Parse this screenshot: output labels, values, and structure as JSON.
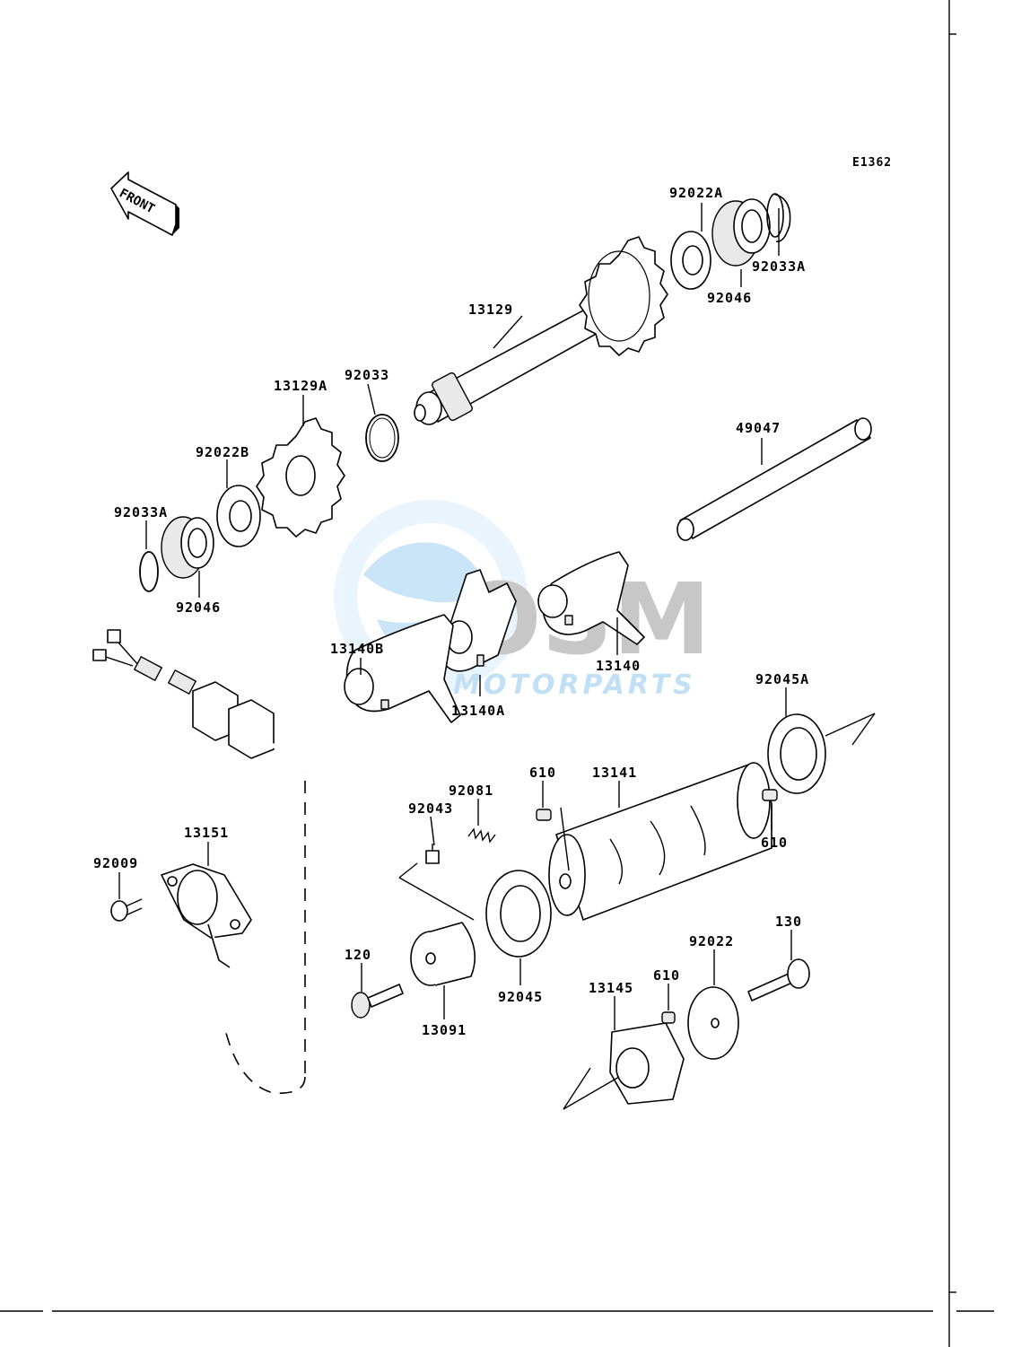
{
  "diagram_code": "E1362",
  "front_label": "FRONT",
  "watermark": {
    "brand": "MOTORPARTS",
    "logo": "OSM"
  },
  "parts": {
    "p92022A": "92022A",
    "p92033A_top": "92033A",
    "p92046_top": "92046",
    "p13129": "13129",
    "p13129A": "13129A",
    "p92033": "92033",
    "p92022B": "92022B",
    "p92033A_left": "92033A",
    "p92046_left": "92046",
    "p49047": "49047",
    "p13140B": "13140B",
    "p13140A": "13140A",
    "p13140": "13140",
    "p92045A": "92045A",
    "p610_a": "610",
    "p13141": "13141",
    "p610_b": "610",
    "p92081": "92081",
    "p92043": "92043",
    "p13151": "13151",
    "p92009": "92009",
    "p120": "120",
    "p13091": "13091",
    "p92045": "92045",
    "p130": "130",
    "p92022": "92022",
    "p610_c": "610",
    "p13145": "13145"
  },
  "colors": {
    "ink": "#000000",
    "watermark_blue": "#6db6e8",
    "watermark_grey": "#9a9a9a"
  }
}
